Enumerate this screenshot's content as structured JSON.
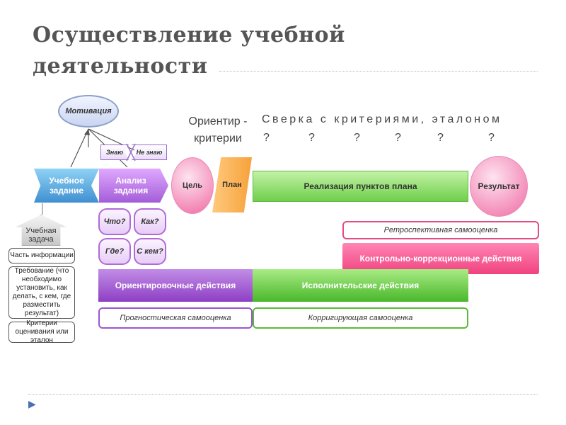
{
  "title_line1": "Осуществление учебной",
  "title_line2": "деятельности",
  "motivation": "Мотивация",
  "know": "Знаю",
  "dont_know": "Не знаю",
  "learning_task": {
    "line1": "Учебное",
    "line2": "задание"
  },
  "task_analysis": {
    "line1": "Анализ",
    "line2": "задания"
  },
  "goal": "Цель",
  "plan": "План",
  "realization": "Реализация пунктов плана",
  "result": "Результат",
  "header_orient": {
    "line1": "Ориентир -",
    "line2": "критерии"
  },
  "header_check": "Сверка с критериями, эталоном",
  "question_marks": [
    "?",
    "?",
    "?",
    "?",
    "?",
    "?"
  ],
  "questions": [
    "Что?",
    "Как?",
    "Где?",
    "С кем?"
  ],
  "retro": "Ретроспективная самооценка",
  "control": "Контрольно-коррекционные действия",
  "orient_actions": "Ориентировочные действия",
  "exec_actions": "Исполнительские действия",
  "prognostic": "Прогностическая самооценка",
  "corrective": "Корригирующая самооценка",
  "learning_problem": {
    "line1": "Учебная",
    "line2": "задача"
  },
  "left_items": [
    "Часть информации",
    "Требование (что необходимо установить, как делать, с кем, где разместить результат)",
    "Критерии оценивания или эталон"
  ],
  "colors": {
    "blue": "#3f8fd1",
    "purple": "#a35dd8",
    "pink": "#f06aa4",
    "orange": "#f7a23a",
    "green": "#6fcf4c",
    "magenta": "#f0427f"
  }
}
